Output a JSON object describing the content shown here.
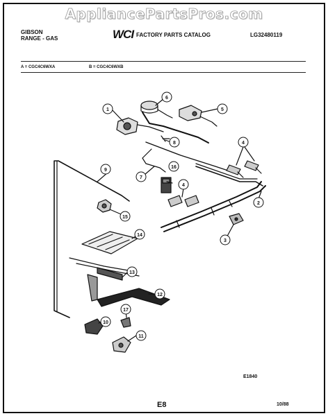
{
  "watermark": "AppliancePartsPros.com",
  "header": {
    "brand_line1": "GIBSON",
    "brand_line2": "RANGE - GAS",
    "logo": "WCI",
    "catalog_title": "FACTORY PARTS CATALOG",
    "catalog_number": "LG32480119"
  },
  "models": {
    "a": "A = CGC4C6WXA",
    "b": "B = CGC4C6WXB"
  },
  "callouts": [
    "1",
    "2",
    "3",
    "4",
    "4",
    "5",
    "6",
    "7",
    "8",
    "9",
    "10",
    "11",
    "12",
    "13",
    "14",
    "15",
    "16",
    "17"
  ],
  "footer": {
    "figure_code": "E1840",
    "page": "E8",
    "date": "10/88"
  }
}
